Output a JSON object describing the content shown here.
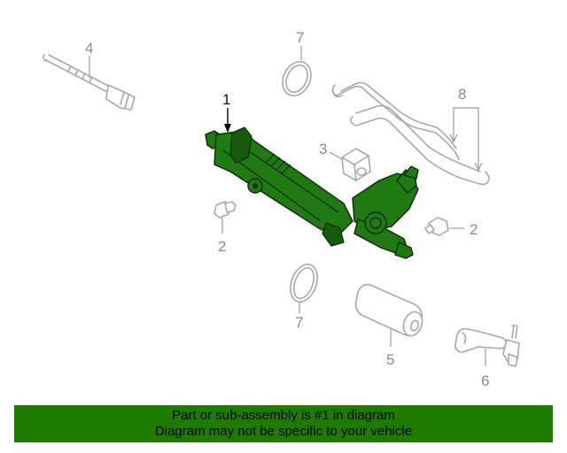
{
  "callouts": {
    "c1": "1",
    "c2a": "2",
    "c2b": "2",
    "c3": "3",
    "c4": "4",
    "c5": "5",
    "c6": "6",
    "c7a": "7",
    "c7b": "7",
    "c8": "8"
  },
  "banner": {
    "line1": "Part or sub-assembly is #1 in diagram",
    "line2": "Diagram may not be specific to your vehicle"
  },
  "colors": {
    "highlight": "#1f7a12",
    "banner_bg": "#1f7a00",
    "line_art": "#a8a8a8"
  }
}
